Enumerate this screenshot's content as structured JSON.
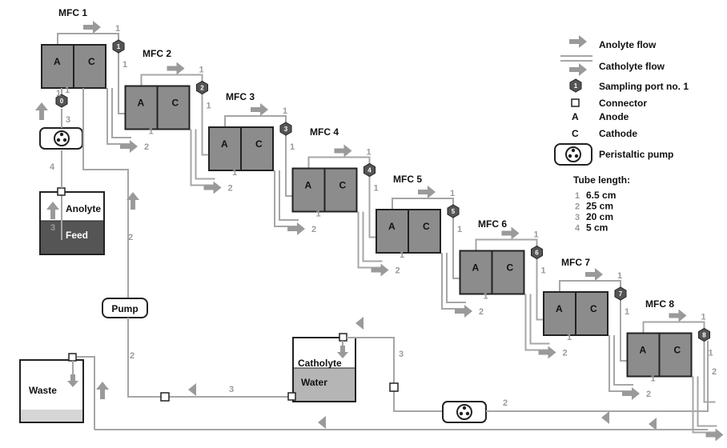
{
  "mfcs": [
    {
      "id": "MFC 1",
      "port": "1"
    },
    {
      "id": "MFC 2",
      "port": "2"
    },
    {
      "id": "MFC 3",
      "port": "3"
    },
    {
      "id": "MFC 4",
      "port": "4"
    },
    {
      "id": "MFC 5",
      "port": "5"
    },
    {
      "id": "MFC 6",
      "port": "6"
    },
    {
      "id": "MFC 7",
      "port": "7"
    },
    {
      "id": "MFC 8",
      "port": "8"
    }
  ],
  "anode_letter": "A",
  "cathode_letter": "C",
  "tube_label_1": "1",
  "tube_label_2": "2",
  "tube_label_3": "3",
  "tube_label_4": "4",
  "inlet_port": "0",
  "reservoir": {
    "top": "Anolyte",
    "bottom": "Feed"
  },
  "catholyte": {
    "top": "Catholyte",
    "bottom": "Water"
  },
  "waste": "Waste",
  "pump_label": "Pump",
  "legend": {
    "anolyte_flow": "Anolyte flow",
    "catholyte_flow": "Catholyte flow",
    "sampling_port": "Sampling port no. 1",
    "sampling_port_num": "1",
    "connector": "Connector",
    "anode_key": "A",
    "anode": "Anode",
    "cathode_key": "C",
    "cathode": "Cathode",
    "pump": "Peristaltic pump",
    "tube_length_title": "Tube length:",
    "tube_lengths": [
      {
        "key": "1",
        "value": "6.5 cm"
      },
      {
        "key": "2",
        "value": "25 cm"
      },
      {
        "key": "3",
        "value": "20 cm"
      },
      {
        "key": "4",
        "value": "5 cm"
      }
    ]
  },
  "colors": {
    "cell": "#8c8c8c",
    "tube": "#a6a6a6",
    "arrow": "#9a9a9a",
    "port": "#555555",
    "feed": "#555555"
  }
}
